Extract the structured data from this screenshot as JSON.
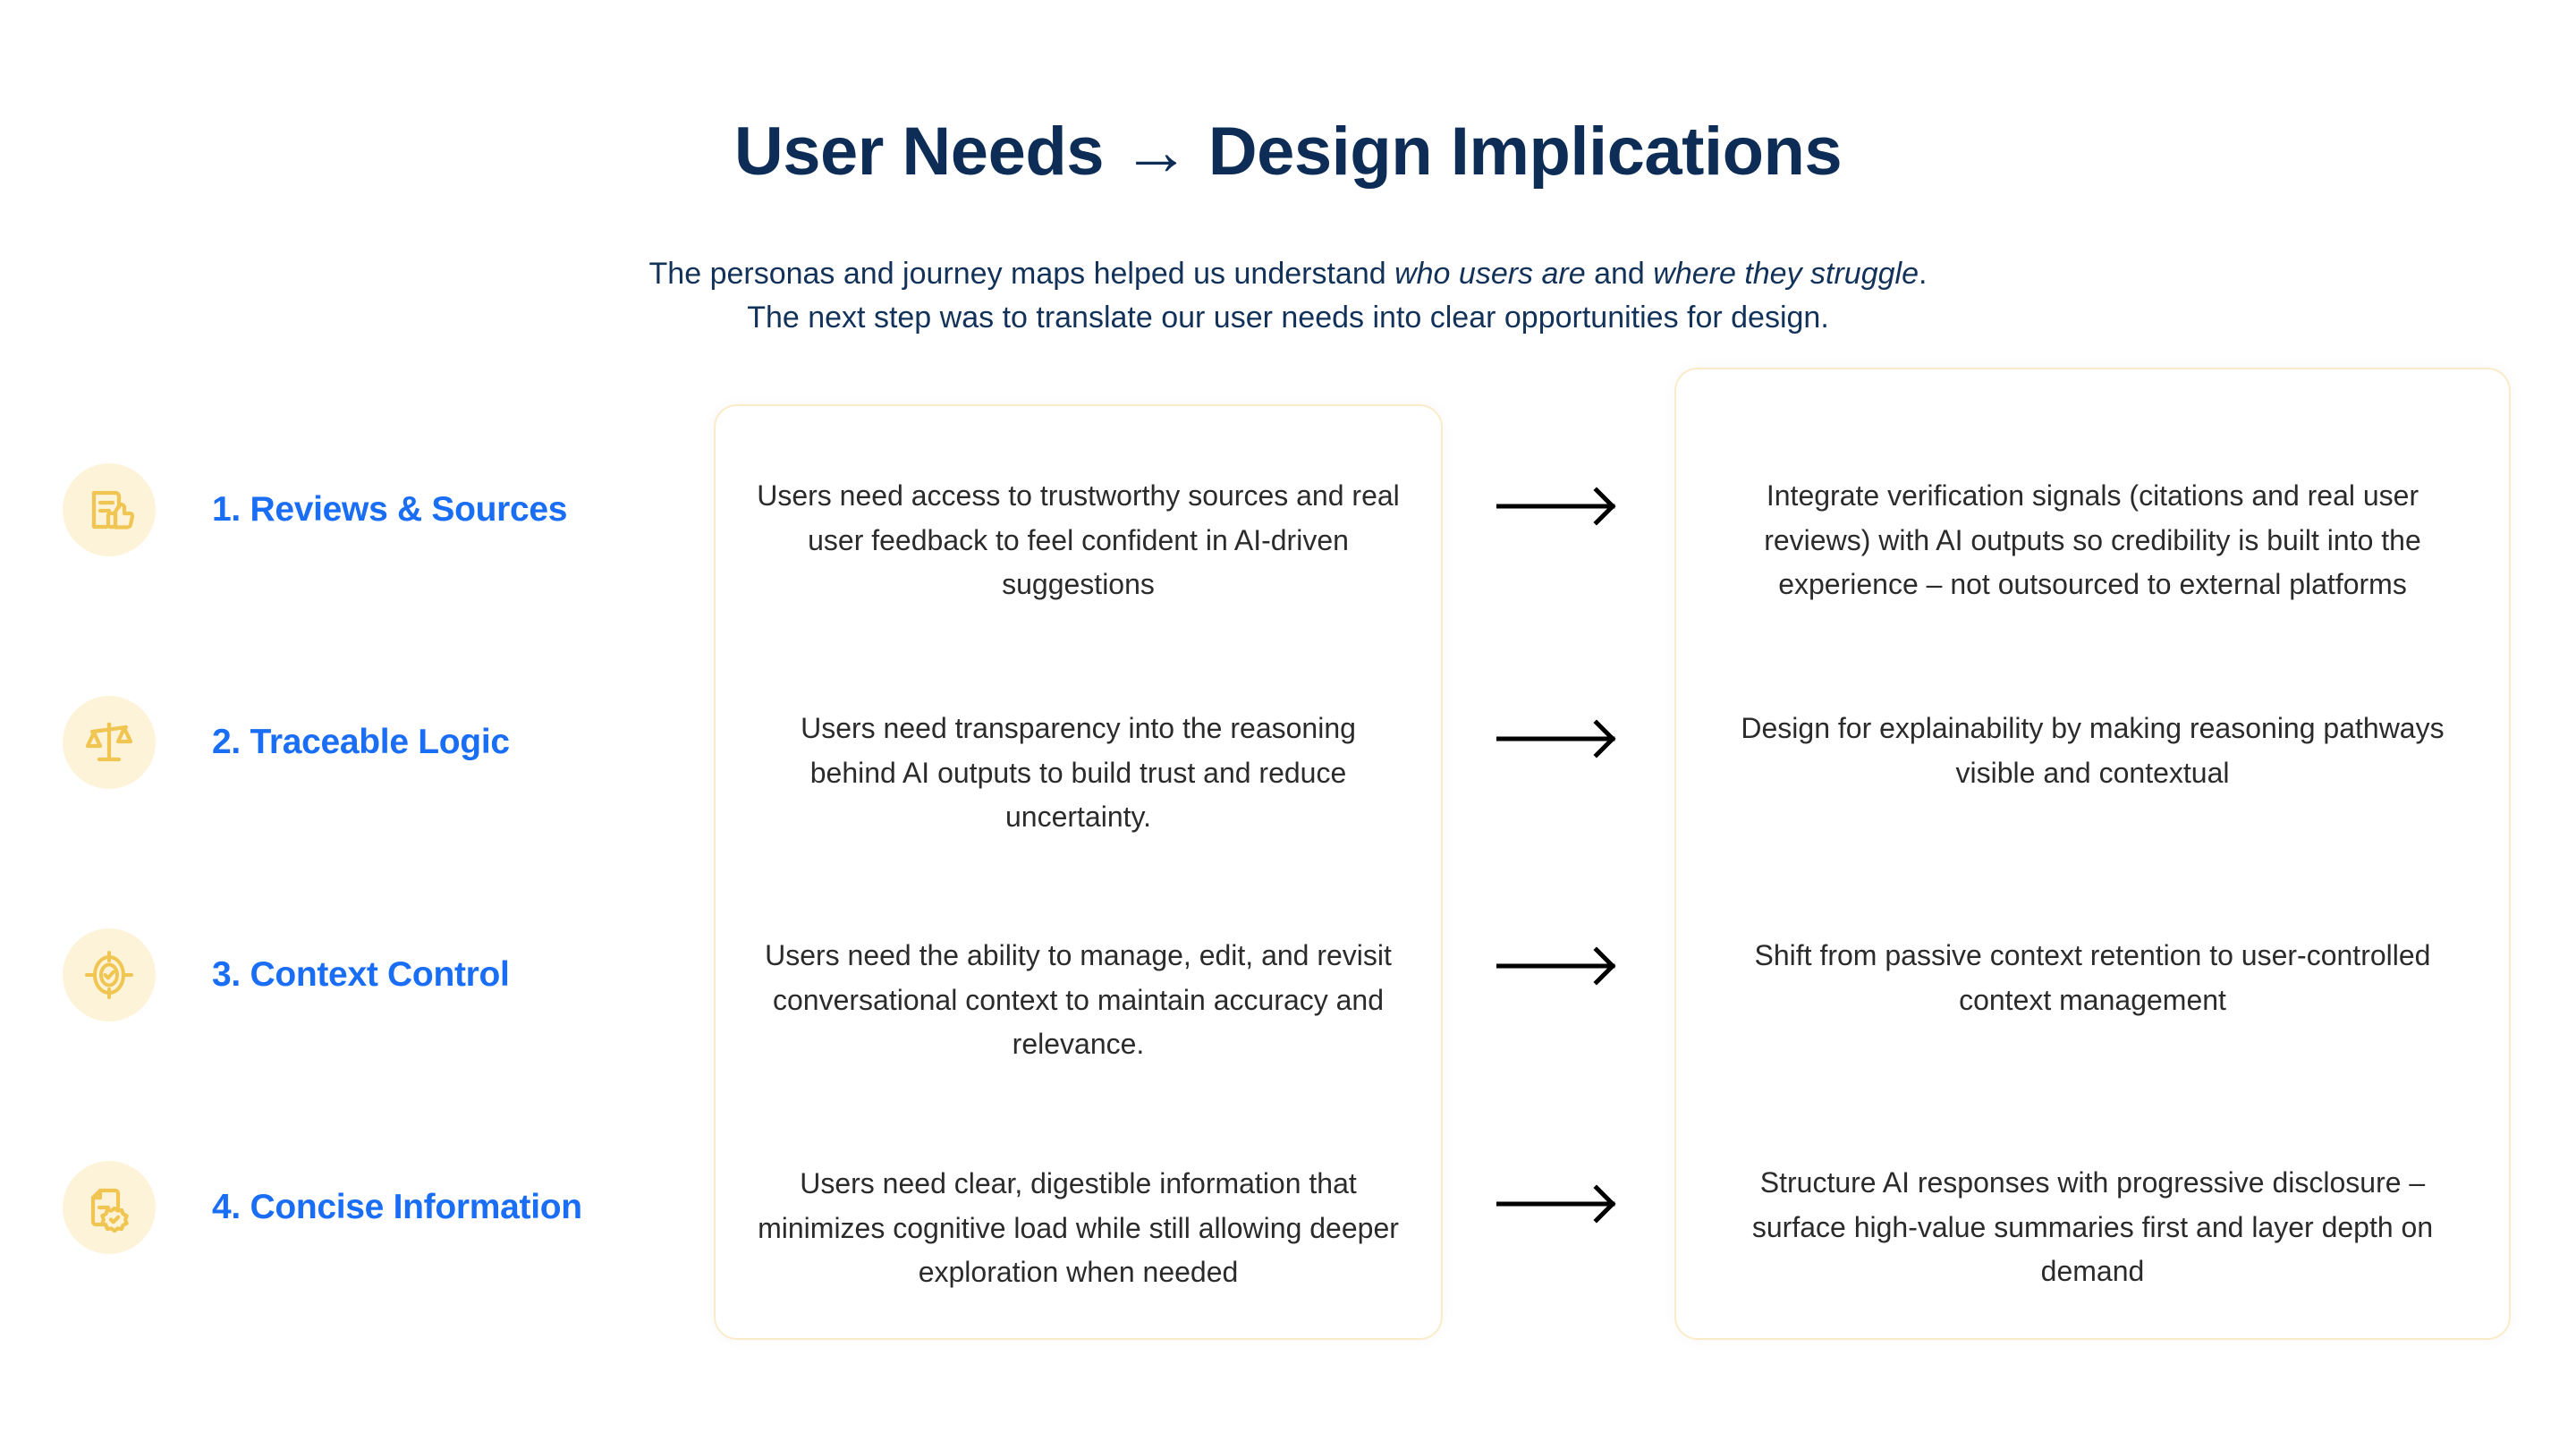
{
  "header": {
    "title": "User Needs → Design Implications",
    "subtitle_line1_a": "The personas and journey maps helped us understand ",
    "subtitle_line1_em1": "who users are",
    "subtitle_line1_b": " and ",
    "subtitle_line1_em2": "where they struggle",
    "subtitle_line1_c": ".",
    "subtitle_line2": "The next step was to translate our user needs into clear opportunities for design."
  },
  "colors": {
    "title_navy": "#0d2d56",
    "heading_blue": "#1a6ef5",
    "icon_yellow": "#f0c551",
    "icon_circle_bg": "#fdf3d8",
    "card_border": "#faecc9",
    "body_text": "#2b2b2b",
    "arrow": "#000000",
    "page_bg": "#ffffff"
  },
  "rows": [
    {
      "index": "1",
      "icon": "document-thumbs-up-icon",
      "label": "1. Reviews & Sources",
      "need": "Users need access to trustworthy sources and real user feedback to feel confident in AI-driven suggestions",
      "arrow": "arrow-right-icon",
      "implication": "Integrate verification signals (citations and real user reviews) with AI outputs so credibility is built into the experience – not outsourced to external platforms"
    },
    {
      "index": "2",
      "icon": "balance-scale-icon",
      "label": "2. Traceable Logic",
      "need": "Users need transparency into the reasoning behind AI outputs to build trust and reduce uncertainty.",
      "arrow": "arrow-right-icon",
      "implication": "Design for explainability by making reasoning pathways visible and contextual"
    },
    {
      "index": "3",
      "icon": "target-check-icon",
      "label": "3. Context Control",
      "need": "Users need the ability to manage, edit, and revisit conversational context to maintain accuracy and relevance.",
      "arrow": "arrow-right-icon",
      "implication": "Shift from passive context retention to user-controlled context management"
    },
    {
      "index": "4",
      "icon": "document-badge-icon",
      "label": "4. Concise Information",
      "need": "Users need clear, digestible information that minimizes cognitive load while still allowing deeper exploration when needed",
      "arrow": "arrow-right-icon",
      "implication": "Structure AI responses with progressive disclosure – surface high-value summaries first and layer depth on demand"
    }
  ]
}
